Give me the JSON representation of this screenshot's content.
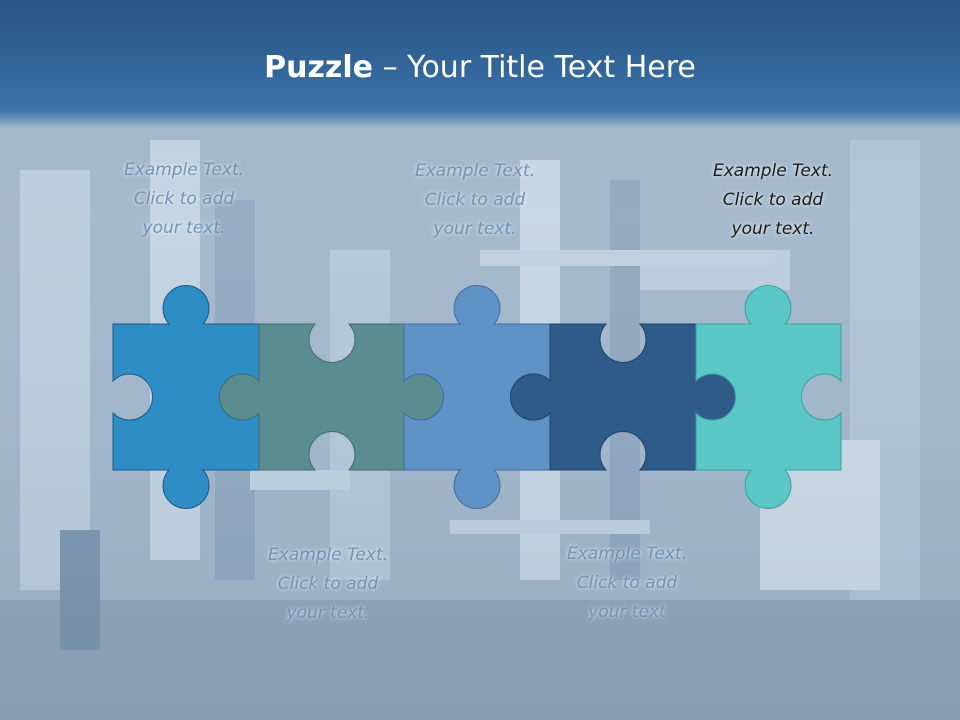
{
  "title": {
    "bold": "Puzzle",
    "rest": " – Your Title Text Here"
  },
  "notes": [
    {
      "lines": [
        "Example Text.",
        "Click  to add",
        "your text."
      ]
    },
    {
      "lines": [
        "Example Text.",
        "Click  to add",
        "your text."
      ]
    },
    {
      "lines": [
        "Example Text.",
        "Click  to add",
        "your text."
      ]
    },
    {
      "lines": [
        "Example Text.",
        "Click  to add",
        "your text."
      ]
    },
    {
      "lines": [
        "Example Text.",
        "Click  to add",
        "your text"
      ]
    }
  ],
  "colors": {
    "piece_1": "#2f8dc6",
    "piece_2": "#5b8d90",
    "piece_3": "#5f93c8",
    "piece_4": "#2e5b87",
    "piece_5": "#5bc7c6",
    "header": "#2f5e90"
  }
}
